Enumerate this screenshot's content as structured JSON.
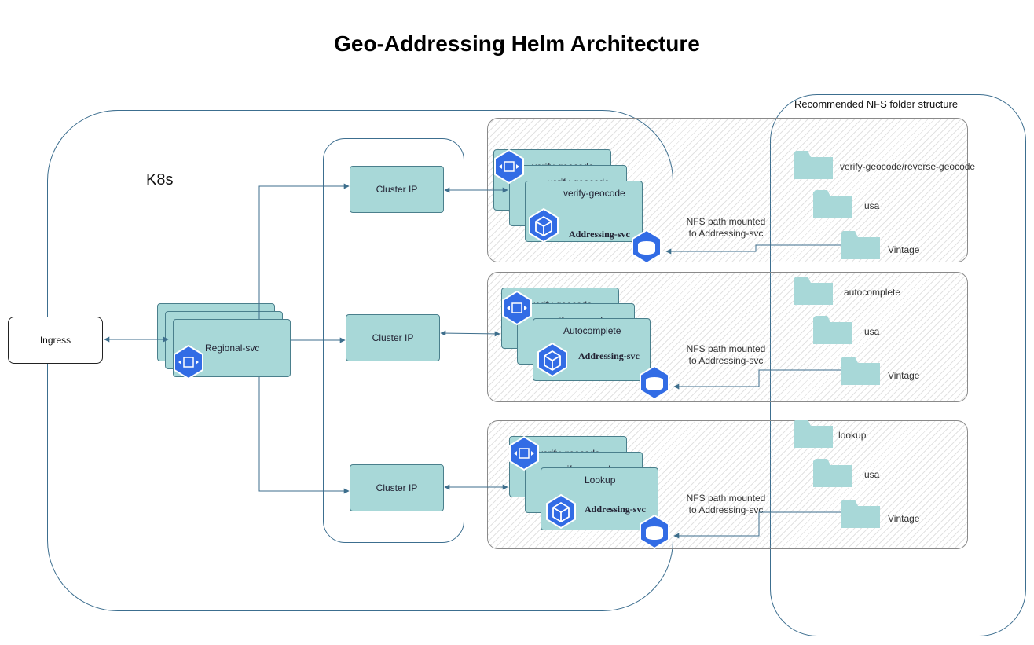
{
  "title": "Geo-Addressing Helm Architecture",
  "k8s_label": "K8s",
  "nfs_section_label": "Recommended NFS folder structure",
  "ingress_label": "Ingress",
  "regional_svc_label": "Regional-svc",
  "cluster_ip_label": "Cluster IP",
  "groups": [
    {
      "service_label": "verify-geocode",
      "back_card_label": "verify-geocode",
      "addressing_label": "Addressing-svc",
      "nfs_note_1": "NFS path mounted",
      "nfs_note_2": "to Addressing-svc",
      "folders": [
        "verify-geocode/reverse-geocode",
        "usa",
        "Vintage"
      ]
    },
    {
      "service_label": "Autocomplete",
      "back_card_label": "verify-geocode",
      "addressing_label": "Addressing-svc",
      "nfs_note_1": "NFS path mounted",
      "nfs_note_2": "to Addressing-svc",
      "folders": [
        "autocomplete",
        "usa",
        "Vintage"
      ]
    },
    {
      "service_label": "Lookup",
      "back_card_label": "verify-geocode",
      "addressing_label": "Addressing-svc",
      "nfs_note_1": "NFS path mounted",
      "nfs_note_2": "to Addressing-svc",
      "folders": [
        "lookup",
        "usa",
        "Vintage"
      ]
    }
  ],
  "colors": {
    "teal_fill": "#a8d8d8",
    "teal_border": "#4a7f8c",
    "k8s_blue": "#326ce5",
    "frame_stroke": "#3c6e8f",
    "connector": "#4a7f9c"
  },
  "icons": [
    "pod-icon",
    "deployment-cube-icon",
    "persistent-volume-icon",
    "folder-icon"
  ]
}
